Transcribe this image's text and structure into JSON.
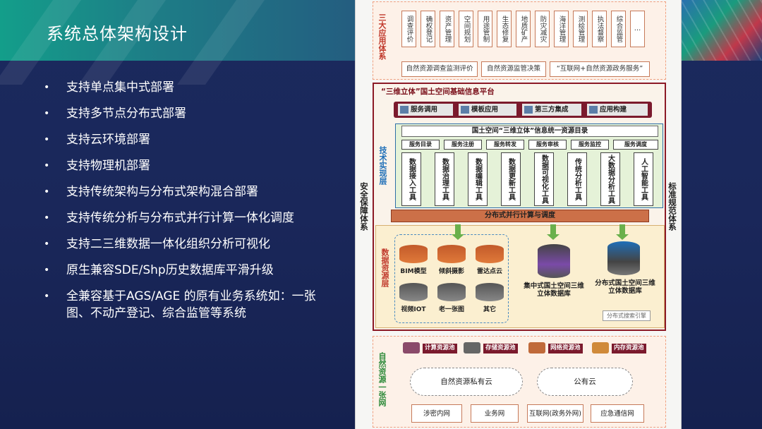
{
  "slide": {
    "title": "系统总体架构设计",
    "bullets": [
      "支持单点集中式部署",
      "支持多节点分布式部署",
      "支持云环境部署",
      "支持物理机部署",
      "支持传统架构与分布式架构混合部署",
      "支持传统分析与分布式并行计算一体化调度",
      "支持二三维数据一体化组织分析可视化",
      "原生兼容SDE/Shp历史数据库平滑升级",
      "全兼容基于AGS/AGE 的原有业务系统如：一张图、不动产登记、综合监管等系统"
    ],
    "bullet_marker": "•"
  },
  "diagram": {
    "side_left": "安全保障体系",
    "side_right": "标准规范体系",
    "app": {
      "label": "三大应用体系",
      "cells": [
        "调查评价",
        "确权登记",
        "资产管理",
        "空间规划",
        "用途管制",
        "生态修复",
        "地质矿产",
        "防灾减灾",
        "海洋管理",
        "测绘管理",
        "执法督察",
        "综合监管",
        "…"
      ],
      "services": [
        "自然资源调查监测评价",
        "自然资源监管决策",
        "“互联网+自然资源政务服务”"
      ]
    },
    "platform": {
      "title": "“三维立体”国土空间基础信息平台",
      "tools": [
        "服务调用",
        "模板应用",
        "第三方集成",
        "应用构建"
      ],
      "tech_label": "技术实现层",
      "tech_head": "国土空间“三维立体”信息统一资源目录",
      "svc_chips": [
        "服务目录",
        "服务注册",
        "服务转发",
        "服务审核",
        "服务监控",
        "服务调度"
      ],
      "tech_tools": [
        "数据接入工具",
        "数据治理工具",
        "数据编辑工具",
        "数据更新工具",
        "数据可视化工具",
        "传统分析工具",
        "大数据分析工具",
        "人工智能工具"
      ],
      "dist": "分布式并行计算与调度",
      "data_label": "数据资源层",
      "db_items": [
        "BIM模型",
        "倾斜摄影",
        "雷达点云",
        "视频IOT",
        "老一张图",
        "其它"
      ],
      "central_db": "集中式国土空间三维立体数据库",
      "dist_db": "分布式国土空间三维立体数据库",
      "search": "分布式搜索引擎"
    },
    "net": {
      "label": "自然资源一张网",
      "pools": [
        "计算资源池",
        "存储资源池",
        "网络资源池",
        "内存资源池"
      ],
      "clouds": [
        "自然资源私有云",
        "公有云"
      ],
      "cells": [
        "涉密内网",
        "业务网",
        "互联网(政务外网)",
        "应急通信网"
      ]
    }
  }
}
